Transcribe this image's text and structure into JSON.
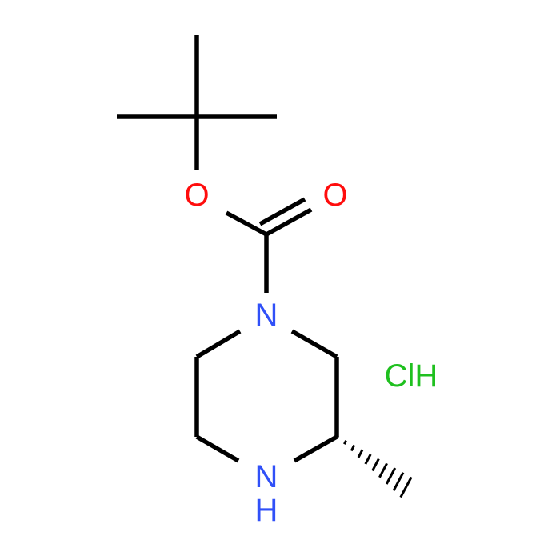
{
  "molecule": {
    "salt": "ClH",
    "atoms": [
      {
        "id": "c_methyl_top",
        "element": "C",
        "label": ""
      },
      {
        "id": "c_methyl_left",
        "element": "C",
        "label": ""
      },
      {
        "id": "c_methyl_right",
        "element": "C",
        "label": ""
      },
      {
        "id": "c_quaternary",
        "element": "C",
        "label": ""
      },
      {
        "id": "o_ester",
        "element": "O",
        "label": "O"
      },
      {
        "id": "c_carbonyl",
        "element": "C",
        "label": ""
      },
      {
        "id": "o_carbonyl",
        "element": "O",
        "label": "O"
      },
      {
        "id": "n_ring_1",
        "element": "N",
        "label": "N"
      },
      {
        "id": "c_ring_right",
        "element": "C",
        "label": ""
      },
      {
        "id": "c_stereo",
        "element": "C",
        "label": ""
      },
      {
        "id": "n_ring_4",
        "element": "N",
        "label": "N"
      },
      {
        "id": "h_nh",
        "element": "H",
        "label": "H"
      },
      {
        "id": "c_ring_bottom_left",
        "element": "C",
        "label": ""
      },
      {
        "id": "c_ring_top_left",
        "element": "C",
        "label": ""
      },
      {
        "id": "c_methyl_stereo",
        "element": "C",
        "label": ""
      }
    ],
    "bonds": [
      {
        "from": "c_quaternary",
        "to": "c_methyl_top",
        "order": 1
      },
      {
        "from": "c_quaternary",
        "to": "c_methyl_left",
        "order": 1
      },
      {
        "from": "c_quaternary",
        "to": "c_methyl_right",
        "order": 1
      },
      {
        "from": "c_quaternary",
        "to": "o_ester",
        "order": 1
      },
      {
        "from": "o_ester",
        "to": "c_carbonyl",
        "order": 1
      },
      {
        "from": "c_carbonyl",
        "to": "o_carbonyl",
        "order": 2
      },
      {
        "from": "c_carbonyl",
        "to": "n_ring_1",
        "order": 1
      },
      {
        "from": "n_ring_1",
        "to": "c_ring_right",
        "order": 1
      },
      {
        "from": "c_ring_right",
        "to": "c_stereo",
        "order": 1
      },
      {
        "from": "c_stereo",
        "to": "n_ring_4",
        "order": 1
      },
      {
        "from": "n_ring_4",
        "to": "c_ring_bottom_left",
        "order": 1
      },
      {
        "from": "c_ring_bottom_left",
        "to": "c_ring_top_left",
        "order": 1
      },
      {
        "from": "c_ring_top_left",
        "to": "n_ring_1",
        "order": 1
      },
      {
        "from": "c_stereo",
        "to": "c_methyl_stereo",
        "order": 1,
        "stereo": "hashed-wedge"
      }
    ],
    "colors": {
      "bond": "#000000",
      "oxygen": "#ff0d0d",
      "nitrogen": "#3050f8",
      "chlorine": "#1fc01f"
    }
  }
}
